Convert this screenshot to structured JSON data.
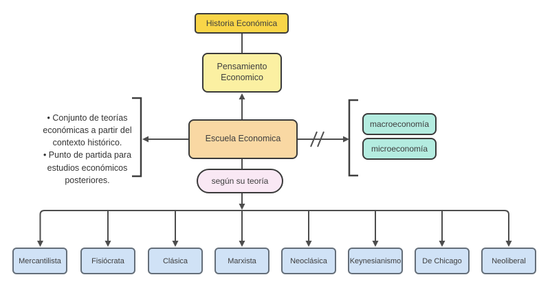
{
  "title": "Escuela Economica concept map",
  "palette": {
    "background": "#FFFFFF",
    "line": "#4D4D4D",
    "node_border": "#3A3A3A",
    "school_border": "#646E79",
    "text": "#3D3D3D",
    "historia_fill": "#F9D548",
    "pensamiento_fill": "#FBF0A2",
    "escuela_fill": "#F9D8A3",
    "teoria_fill": "#F9E8F4",
    "economia_fill": "#B4ECE0",
    "school_fill": "#D0E2F6"
  },
  "nodes": {
    "historia": {
      "label": "Historia Económica"
    },
    "pensamiento": {
      "label": "Pensamiento Economico"
    },
    "escuela": {
      "label": "Escuela Economica"
    },
    "teoria": {
      "label": "según su teoría"
    },
    "macro": {
      "label": "macroeconomía"
    },
    "micro": {
      "label": "microeconomía"
    }
  },
  "note": {
    "items": [
      "• Conjunto de teorías económicas a partir del contexto histórico.",
      "• Punto de partida para estudios económicos posteriores."
    ]
  },
  "schools": {
    "labels": [
      "Mercantilista",
      "Fisiócrata",
      "Clásica",
      "Marxista",
      "Neoclásica",
      "Keynesianismo",
      "De Chicago",
      "Neoliberal"
    ]
  }
}
